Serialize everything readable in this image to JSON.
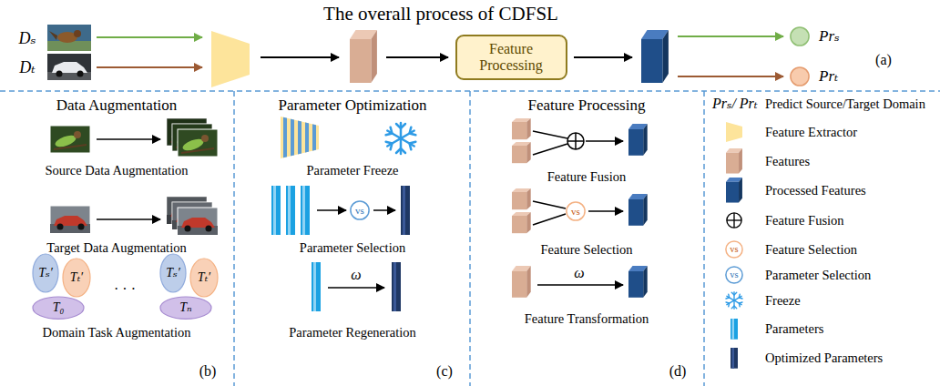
{
  "diagram": {
    "title": "The overall process of CDFSL",
    "nodes": [
      {
        "text": [
          "Feature Processing"
        ]
      },
      {
        "text": [
          "Prₛ"
        ]
      },
      {
        "text": [
          "Prₜ"
        ]
      },
      {
        "text": [
          "Tₛ′"
        ]
      },
      {
        "text": [
          "Tₜ′"
        ]
      },
      {
        "text": [
          "T₀"
        ]
      },
      {
        "text": [
          "Tₛ′"
        ]
      },
      {
        "text": [
          "Tₜ′"
        ]
      },
      {
        "text": [
          "Tₙ"
        ]
      },
      {
        "text": [
          "vs"
        ]
      },
      {
        "text": [
          "vs"
        ]
      },
      {
        "text": [
          "vs"
        ]
      },
      {
        "text": [
          "vs"
        ]
      }
    ],
    "labels": [
      "Dₛ",
      "Dₜ",
      "(a)",
      "Data Augmentation",
      "Source Data Augmentation",
      "Target Data Augmentation",
      "· · ·",
      "Domain Task Augmentation",
      "(b)",
      "Parameter Optimization",
      "Parameter Freeze",
      "Parameter Selection",
      "ω",
      "Parameter Regeneration",
      "(c)",
      "Feature Processing",
      "Feature Fusion",
      "Feature Selection",
      "ω",
      "Feature Transformation",
      "(d)",
      "Prₛ/ Prₜ"
    ],
    "legend": [
      {
        "text": "Predict Source/Target Domain"
      },
      {
        "text": "Feature Extractor"
      },
      {
        "text": "Features"
      },
      {
        "text": "Processed Features"
      },
      {
        "text": "Feature Fusion"
      },
      {
        "text": "Feature Selection"
      },
      {
        "text": "Parameter Selection"
      },
      {
        "text": "Freeze"
      },
      {
        "text": "Parameters"
      },
      {
        "text": "Optimized Parameters"
      }
    ]
  }
}
